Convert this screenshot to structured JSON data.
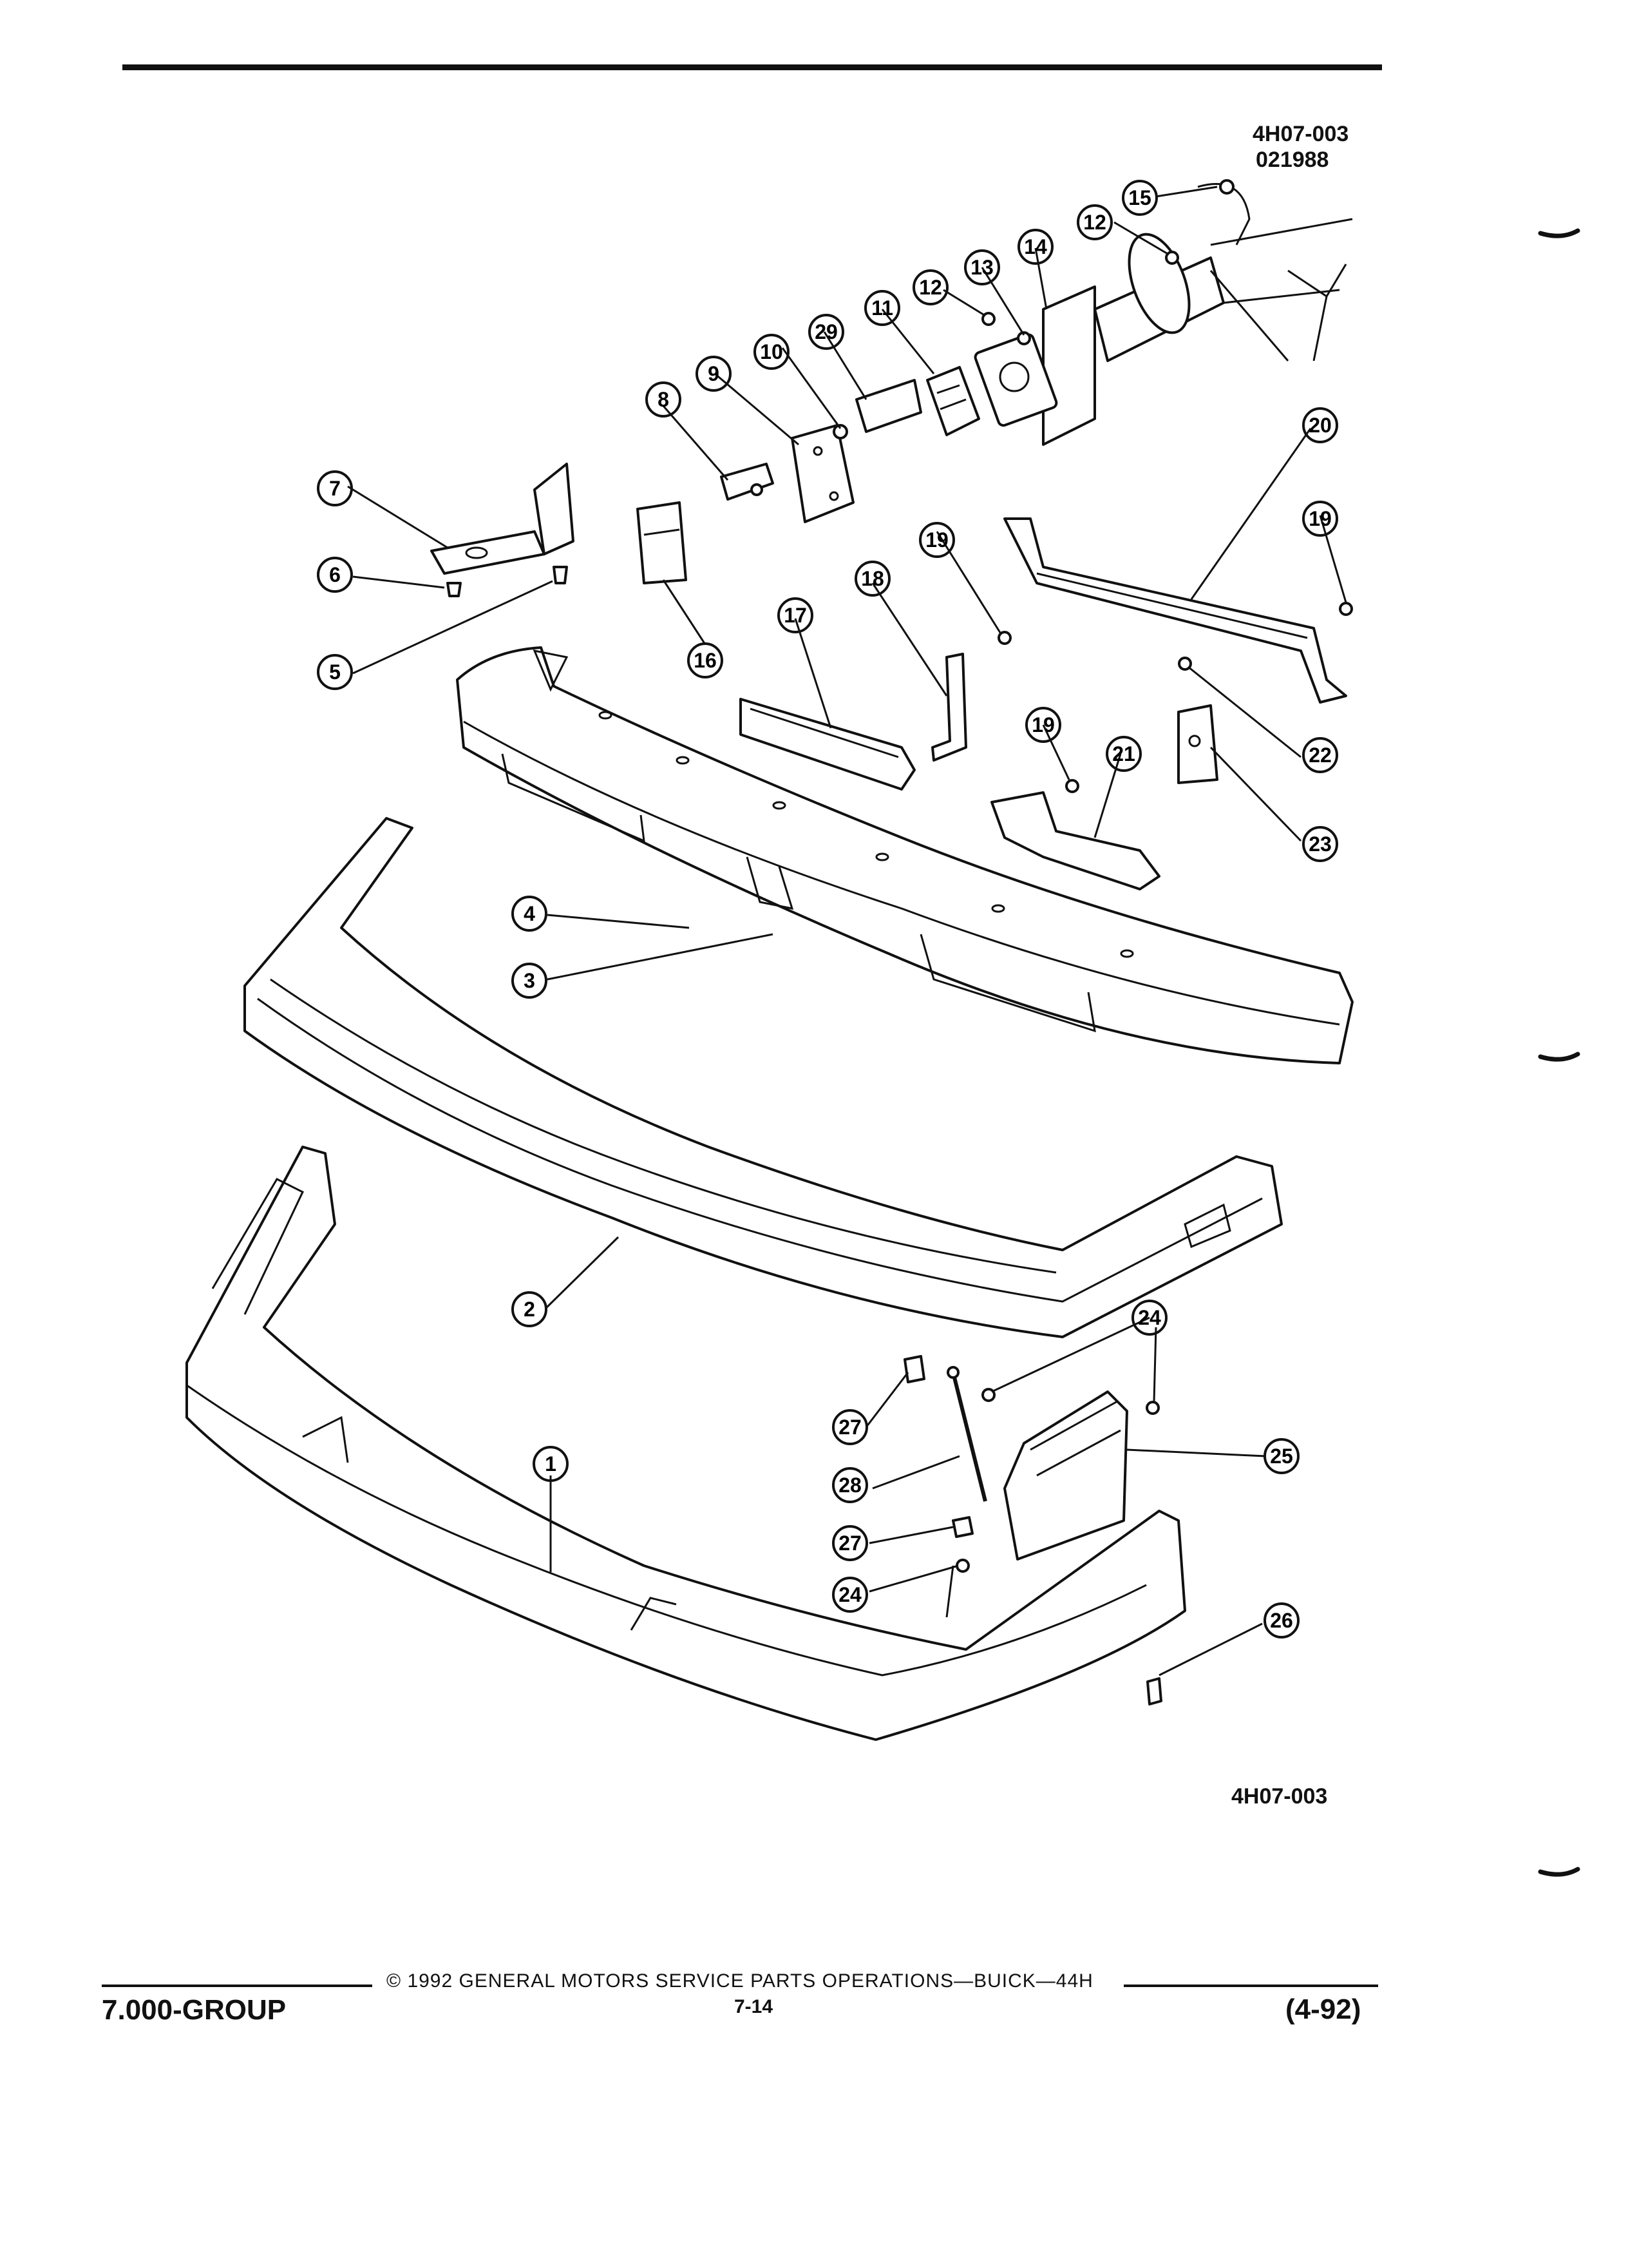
{
  "figure": {
    "code_top": "4H07-003",
    "date_code": "021988",
    "code_bottom": "4H07-003"
  },
  "callouts": [
    "1",
    "2",
    "3",
    "4",
    "5",
    "6",
    "7",
    "8",
    "9",
    "10",
    "11",
    "12",
    "12",
    "13",
    "14",
    "15",
    "16",
    "17",
    "18",
    "19",
    "19",
    "19",
    "20",
    "21",
    "22",
    "23",
    "24",
    "24",
    "25",
    "26",
    "27",
    "27",
    "28",
    "29"
  ],
  "footer": {
    "group": "7.000-GROUP",
    "copyright": "©  1992  GENERAL MOTORS SERVICE PARTS OPERATIONS—BUICK—44H",
    "page": "7-14",
    "date": "(4-92)"
  }
}
